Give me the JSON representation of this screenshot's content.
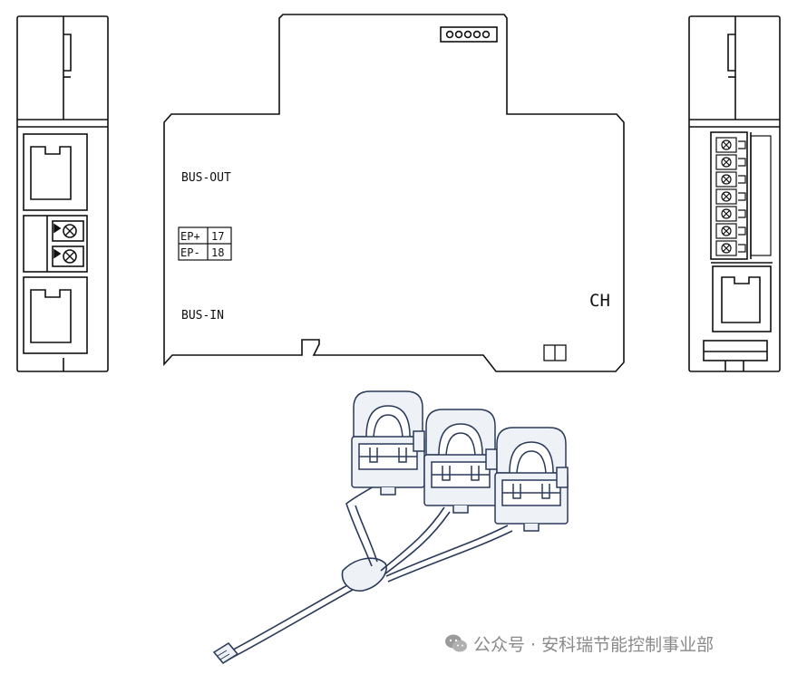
{
  "labels": {
    "bus_out": "BUS-OUT",
    "bus_in": "BUS-IN",
    "ep_plus": "EP+",
    "ep_plus_num": "17",
    "ep_minus": "EP-",
    "ep_minus_num": "18",
    "channel": "CH"
  },
  "watermark": {
    "icon": "wechat-icon",
    "text": "公众号 · 安科瑞节能控制事业部"
  },
  "colors": {
    "line": "#111111",
    "ct_line": "#2a3a5a",
    "ct_fill": "#eef1f6",
    "watermark": "#8a8a8a"
  }
}
